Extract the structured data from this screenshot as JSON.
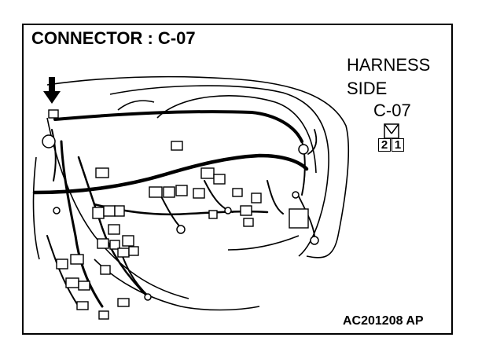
{
  "title": "CONNECTOR : C-07",
  "harness_side": {
    "line1": "HARNESS",
    "line2": "SIDE",
    "connector": "C-07"
  },
  "pins": [
    "2",
    "1"
  ],
  "figure_code": "AC201208 AP"
}
